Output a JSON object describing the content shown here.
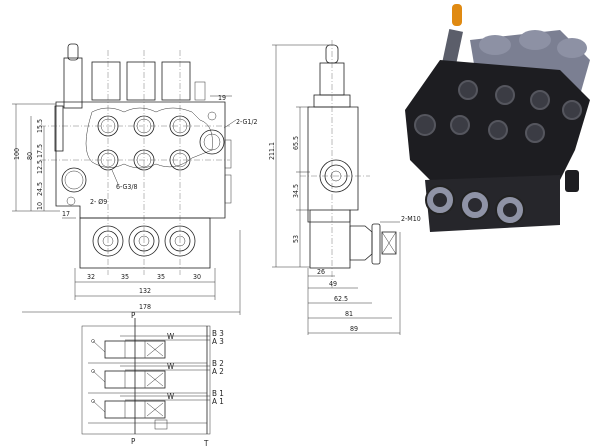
{
  "front_view": {
    "dims": {
      "d19": "19",
      "port_g12": "2-G1/2",
      "d100": "100",
      "d80": "80",
      "d15_5": "15.5",
      "d17_5": "17.5",
      "d12_5": "12.5",
      "d24_5": "24.5",
      "d10": "10",
      "d17": "17",
      "mount_holes": "2- Ø9",
      "work_ports": "6-G3/8",
      "d32": "32",
      "d35a": "35",
      "d35b": "35",
      "d30": "30",
      "d132": "132",
      "d178": "178"
    }
  },
  "side_view": {
    "dims": {
      "d211": "211.1",
      "d65_5": "65.5",
      "d34_5": "34.5",
      "d53": "53",
      "thread": "2-M10",
      "d26": "26",
      "d49": "49",
      "d62_5": "62.5",
      "d81": "81",
      "d89": "89"
    }
  },
  "schematic": {
    "top_label": "P",
    "ports": [
      "B 3",
      "A 3",
      "B 2",
      "A 2",
      "B 1",
      "A 1"
    ],
    "spring": "W",
    "bottom_p": "P",
    "bottom_t": "T"
  }
}
